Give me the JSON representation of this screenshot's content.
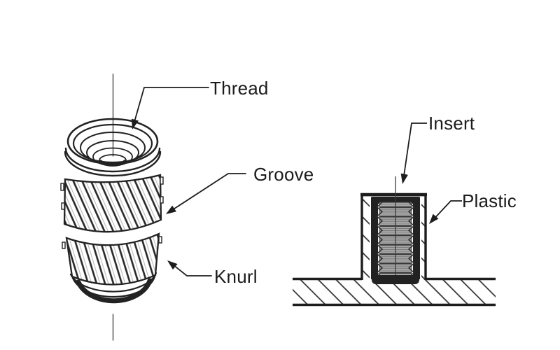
{
  "page": {
    "background": "#ffffff",
    "ink": "#1d1d1d"
  },
  "diagram": {
    "type": "technical-illustration",
    "left_figure": {
      "labels": {
        "thread": "Thread",
        "groove": "Groove",
        "knurl": "Knurl"
      }
    },
    "right_figure": {
      "labels": {
        "insert": "Insert",
        "plastic": "Plastic"
      }
    }
  }
}
